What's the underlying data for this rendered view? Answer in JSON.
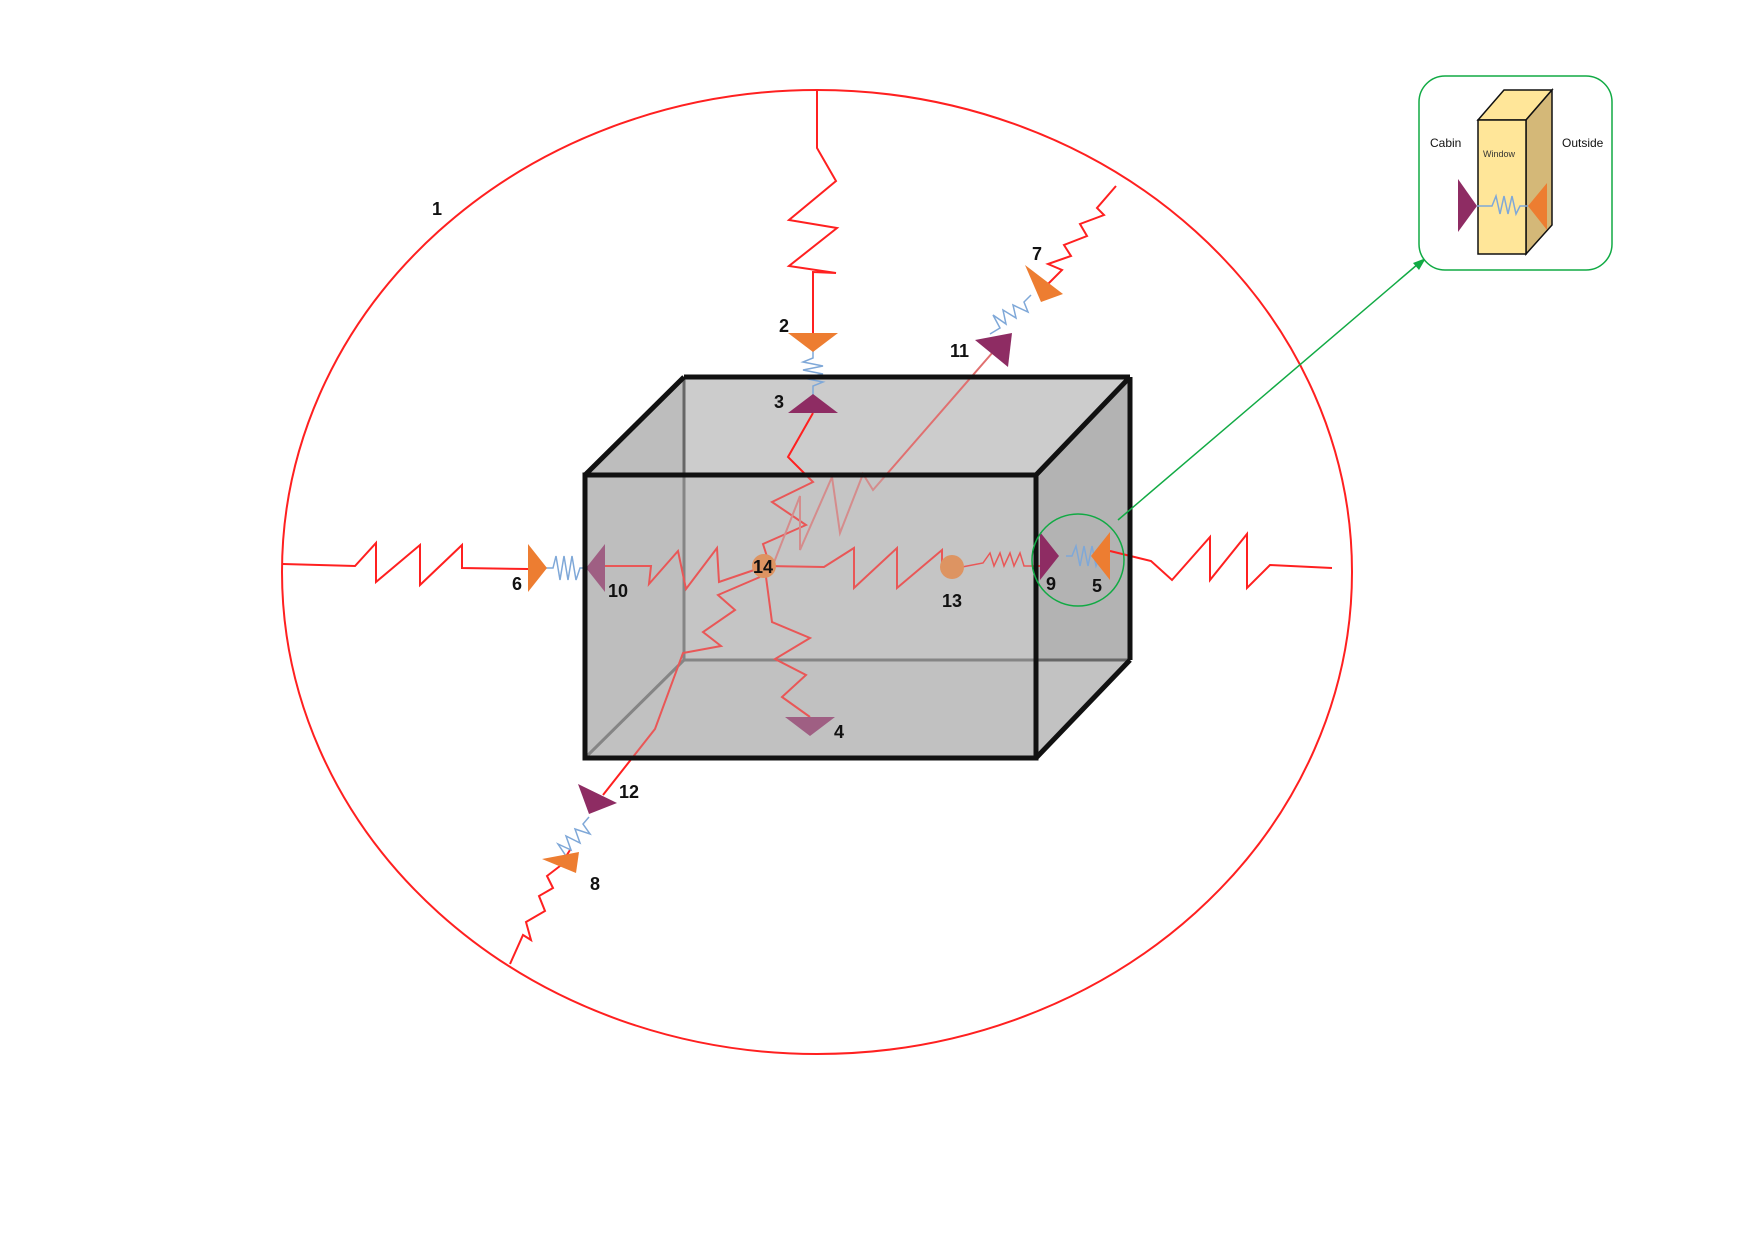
{
  "labels": {
    "n1": "1",
    "n2": "2",
    "n3": "3",
    "n4": "4",
    "n5": "5",
    "n6": "6",
    "n7": "7",
    "n8": "8",
    "n9": "9",
    "n10": "10",
    "n11": "11",
    "n12": "12",
    "n13": "13",
    "n14": "14"
  },
  "inset": {
    "left_label": "Cabin",
    "right_label": "Outside",
    "panel_label": "Window"
  },
  "colors": {
    "thermal_resistor": "#ff2020",
    "contact_spring": "#7fa8d8",
    "outer_surface_node": "#ed7d31",
    "inner_surface_node": "#8e2c63",
    "callout": "#11aa44",
    "box_fill": "#c0c0c0",
    "box_edge": "#111111",
    "window_front": "#ffe699",
    "window_side": "#d4b878"
  }
}
